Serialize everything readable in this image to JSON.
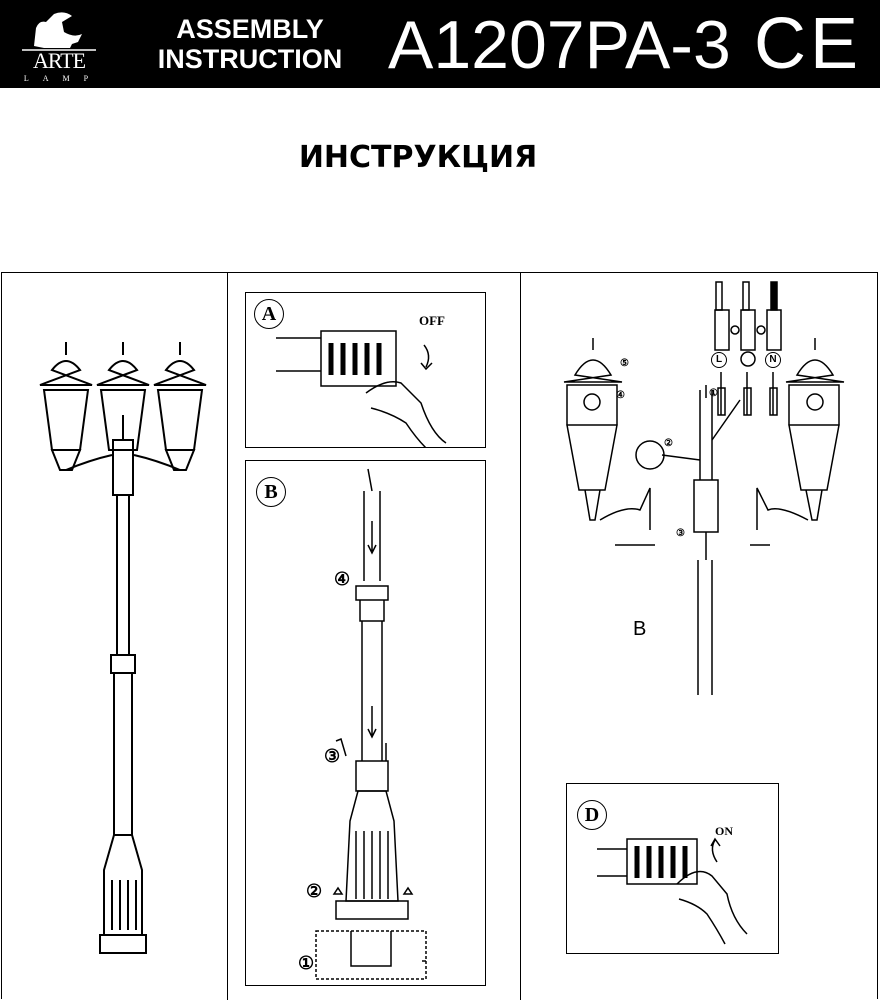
{
  "header": {
    "brand": "ARTE",
    "brand_sub": "LAMP",
    "doc_type_line1": "ASSEMBLY",
    "doc_type_line2": "INSTRUCTION",
    "model": "A1207PA-3",
    "cert_mark": "CE"
  },
  "title": "ИНСТРУКЦИЯ",
  "panel_a": {
    "label": "A",
    "switch_state": "OFF"
  },
  "panel_b": {
    "label": "B",
    "steps": [
      "④",
      "③",
      "②",
      "①"
    ]
  },
  "panel_c": {
    "label": "B",
    "terminals": [
      "L",
      "N"
    ],
    "steps": [
      "⑤",
      "④",
      "①",
      "②",
      "③"
    ]
  },
  "panel_d": {
    "label": "D",
    "switch_state": "ON"
  }
}
